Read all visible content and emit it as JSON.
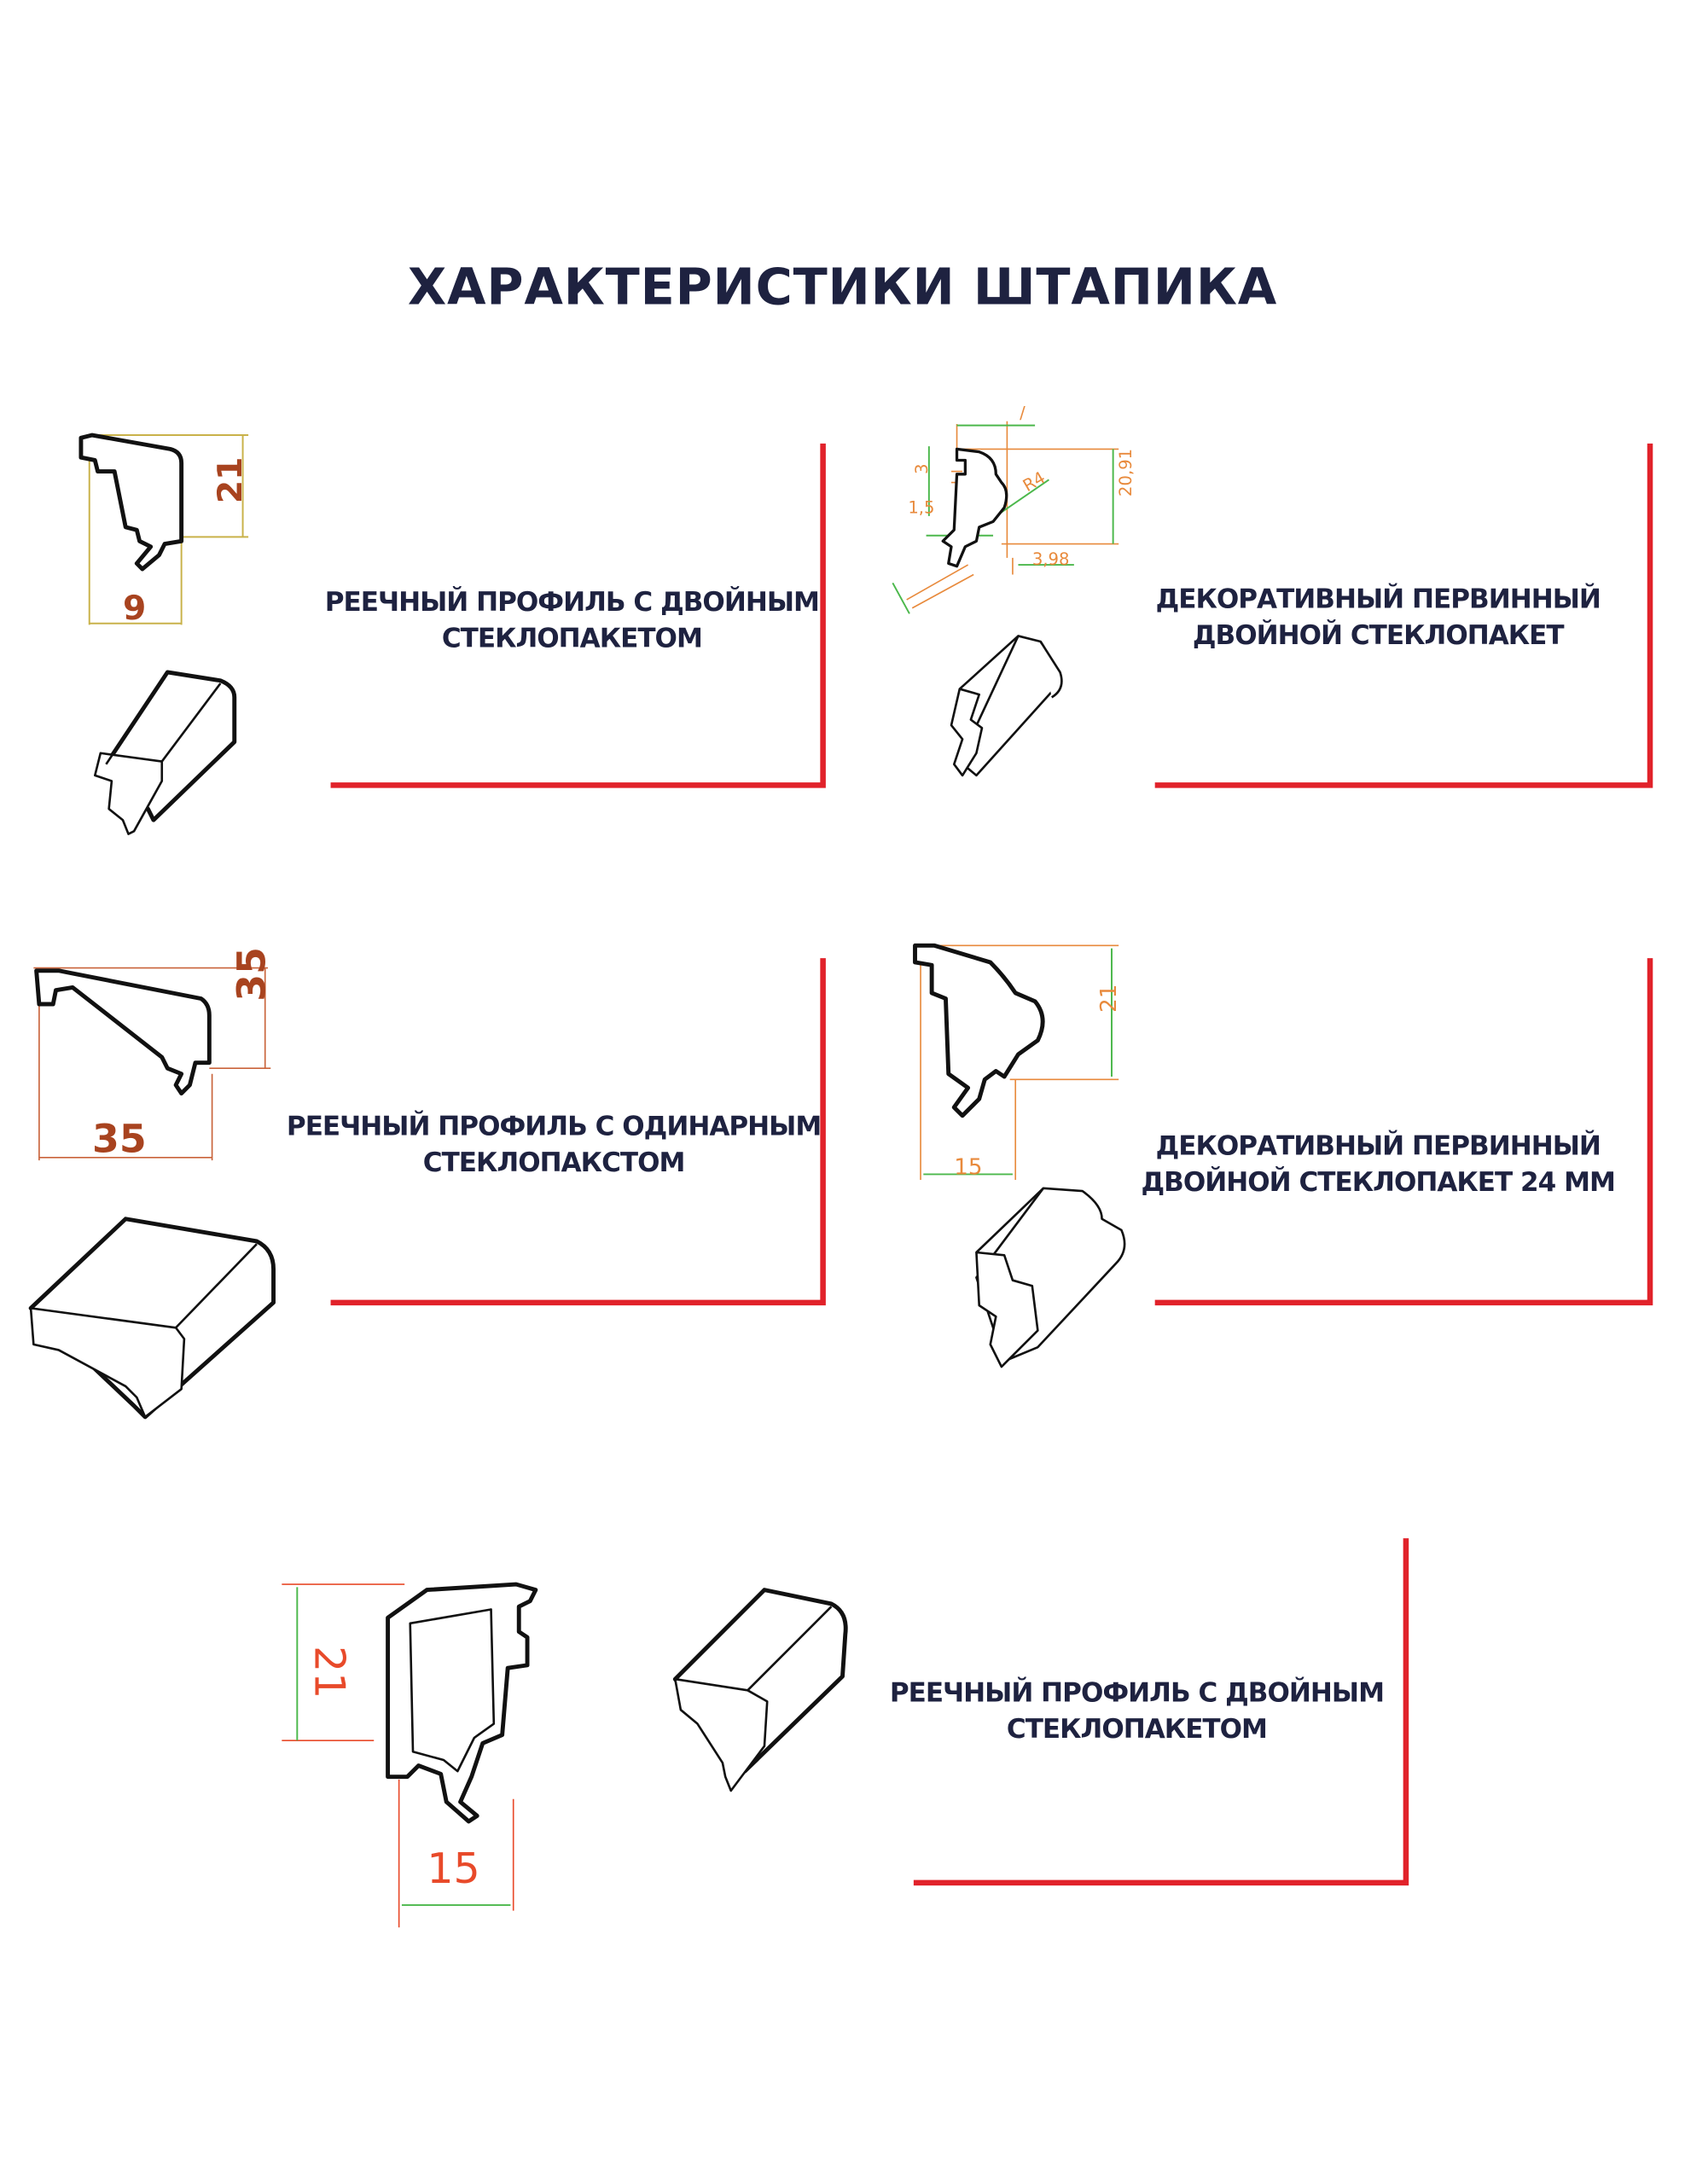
{
  "title": "ХАРАКТЕРИСТИКИ  ШТАПИКА",
  "panels": [
    {
      "line1": "РЕЕЧНЫЙ ПРОФИЛЬ С ДВОЙНЫМ",
      "line2": "СТЕКЛОПАКЕТОМ",
      "dims": {
        "height": "21",
        "width": "9"
      }
    },
    {
      "line1": "ДЕКОРАТИВНЫЙ ПЕРВИННЫЙ",
      "line2": "ДВОЙНОЙ СТЕКЛОПАКЕТ",
      "dims": {
        "top": "/",
        "d3": "3",
        "d15": "1,5",
        "r": "R4",
        "height": "20,91",
        "width": "3,98"
      }
    },
    {
      "line1": "РЕЕЧНЫЙ ПРОФИЛЬ С ОДИНАРНЫМ",
      "line2": "СТЕКЛОПАКСТОМ",
      "dims": {
        "height": "35",
        "width": "35"
      }
    },
    {
      "line1": "ДЕКОРАТИВНЫЙ ПЕРВИННЫЙ",
      "line2": "ДВОЙНОЙ СТЕКЛОПАКЕТ 24 ММ",
      "dims": {
        "height": "21",
        "width": "15"
      }
    },
    {
      "line1": "РЕЕЧНЫЙ ПРОФИЛЬ С ДВОЙНЫМ",
      "line2": "СТЕКЛОПАКЕТОМ",
      "dims": {
        "height": "21",
        "width": "15"
      }
    }
  ],
  "colors": {
    "accent": "#e1222a",
    "text": "#1e2240"
  }
}
